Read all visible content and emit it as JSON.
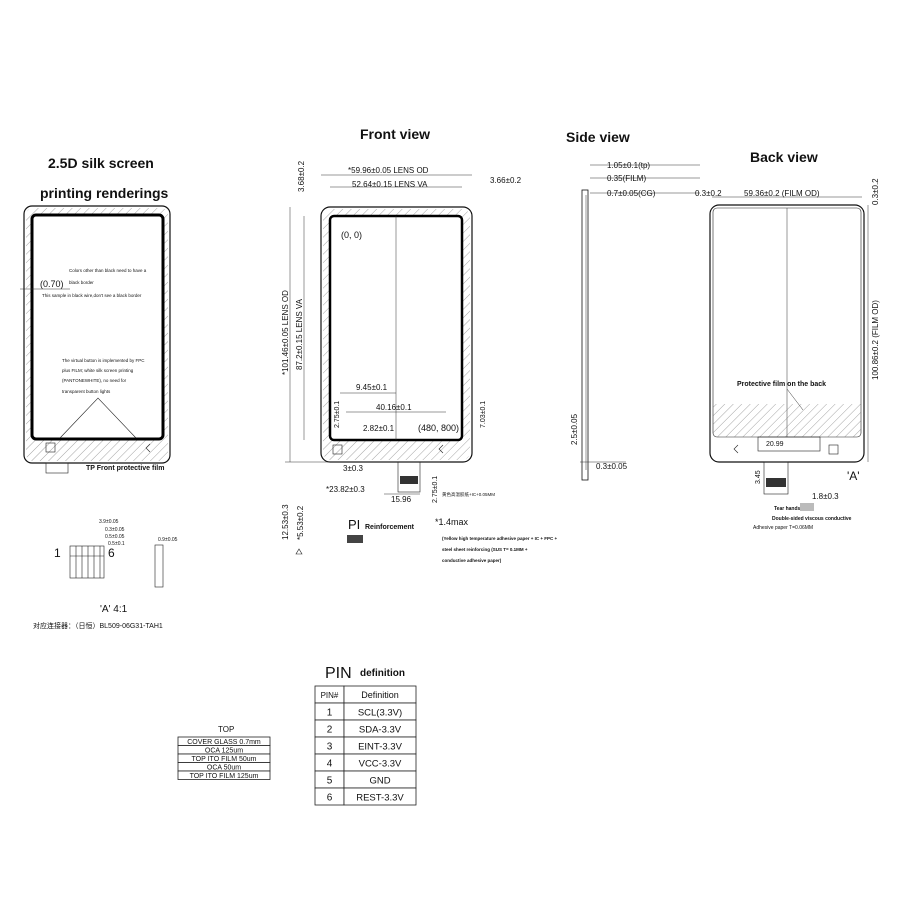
{
  "silk": {
    "title1": "2.5D silk screen",
    "title2": "printing  renderings",
    "border_dim": "(0.70)",
    "note1": "Colors other than black need to have a",
    "note1b": "black border",
    "note2": "This sample in black wire,don't see a black border",
    "note3": "The virtual button is implemented by FPC",
    "note3b": "plus FILM; white silk screen printing",
    "note3c": "(PANTONEWHITE), no need for",
    "note3d": "transparent button lights",
    "front_film": "TP  Front protective film"
  },
  "front": {
    "title": "Front view",
    "lens_od_w": "*59.96±0.05 LENS OD",
    "lens_va_w": "52.64±0.15 LENS VA",
    "right_margin": "3.66±0.2",
    "top_margin": "3.68±0.2",
    "lens_od_h": "*101.46±0.05 LENS OD",
    "lens_va_h": "87.2±0.15 LENS VA",
    "origin": "(0, 0)",
    "d945": "9.45±0.1",
    "d4016": "40.16±0.1",
    "d282": "2.82±0.1",
    "d275": "2.75±0.1",
    "d703": "7.03±0.1",
    "res": "(480, 800)",
    "d3": "3±0.3",
    "d2382": "*23.82±0.3",
    "d1596": "15.96",
    "d275b": "2.75±0.1",
    "tape_note": "黄色高温胶纸+IC+0.05MM",
    "d1253": "12.53±0.3",
    "d553": "*5.53±0.2",
    "pi": "PI",
    "pi_label": "Reinforcement",
    "max": "*1.4max",
    "max_note1": "(Yellow high temperature adhesive paper + IC + FPC +",
    "max_note2": "steel sheet reinforcing (SUS T= 0.1MM +",
    "max_note3": "conductive adhesive paper)"
  },
  "side": {
    "title": "Side view",
    "tp": "1.05±0.1(tp)",
    "film": "0.35(FILM)",
    "cg": "0.7±0.05(CG)",
    "d25": "2.5±0.05",
    "d03": "0.3±0.05"
  },
  "back": {
    "title": "Back view",
    "left": "0.3±0.2",
    "film_od_w": "59.36±0.2 (FILM OD)",
    "right": "0.3±0.2",
    "film_od_h": "100.86±0.2 (FILM OD)",
    "protective": "Protective film on the back",
    "d2099": "20.99",
    "label_a": "'A'",
    "d345": "3.45",
    "d18": "1.8±0.3",
    "tear": "Tear hands",
    "ds": "Double-sided viscous conductive",
    "adh": "Adhesive paper T=0.06MM"
  },
  "connector": {
    "pin1": "1",
    "pin6": "6",
    "scale": "'A'  4:1",
    "label": "对应连接器：（日恒）BL509-06G31-TAH1",
    "dim1": "3.9±0.05",
    "dim2": "0.3±0.05",
    "dim3": "0.5±0.05",
    "dim4": "0.5±0.1",
    "dim5": "0.9±0.05"
  },
  "stack": {
    "title": "TOP",
    "layers": [
      "COVER GLASS  0.7mm",
      "OCA 125um",
      "TOP ITO FILM 50um",
      "OCA 50um",
      "TOP ITO FILM 125um"
    ]
  },
  "pins": {
    "title_big": "PIN",
    "title_small": "definition",
    "head_num": "PIN#",
    "head_def": "Definition",
    "rows": [
      {
        "num": "1",
        "def": "SCL(3.3V)"
      },
      {
        "num": "2",
        "def": "SDA-3.3V"
      },
      {
        "num": "3",
        "def": "EINT-3.3V"
      },
      {
        "num": "4",
        "def": "VCC-3.3V"
      },
      {
        "num": "5",
        "def": "GND"
      },
      {
        "num": "6",
        "def": "REST-3.3V"
      }
    ]
  }
}
